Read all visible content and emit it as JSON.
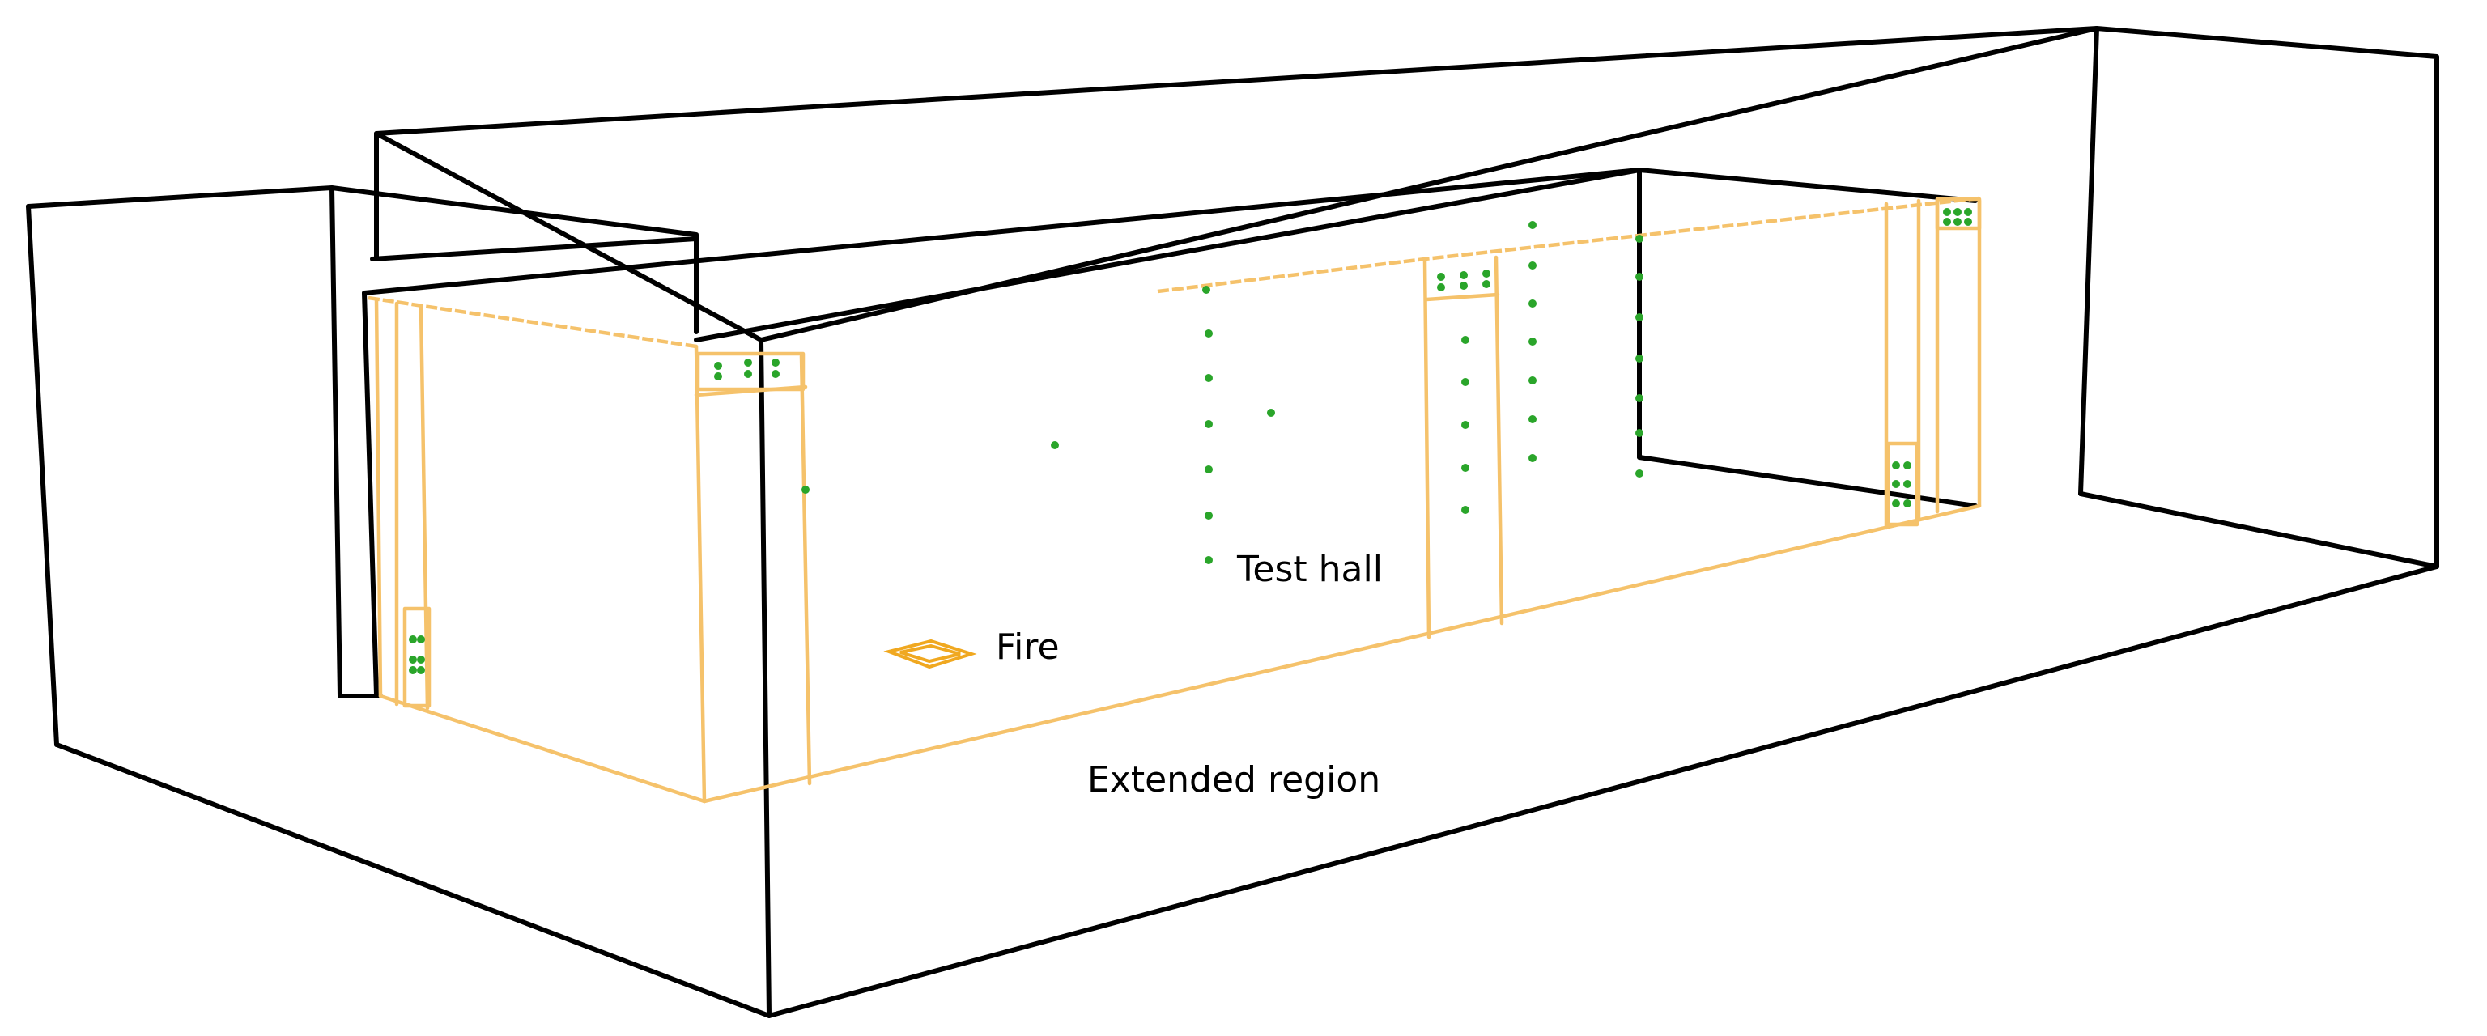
{
  "labels": {
    "test_hall": "Test hall",
    "fire": "Fire",
    "extended_region": "Extended region"
  },
  "colors": {
    "domain_outline": "#000000",
    "hall_outline": "#f5c26b",
    "fire_source": "#f0a820",
    "measurement_points": "#2aa52a"
  }
}
